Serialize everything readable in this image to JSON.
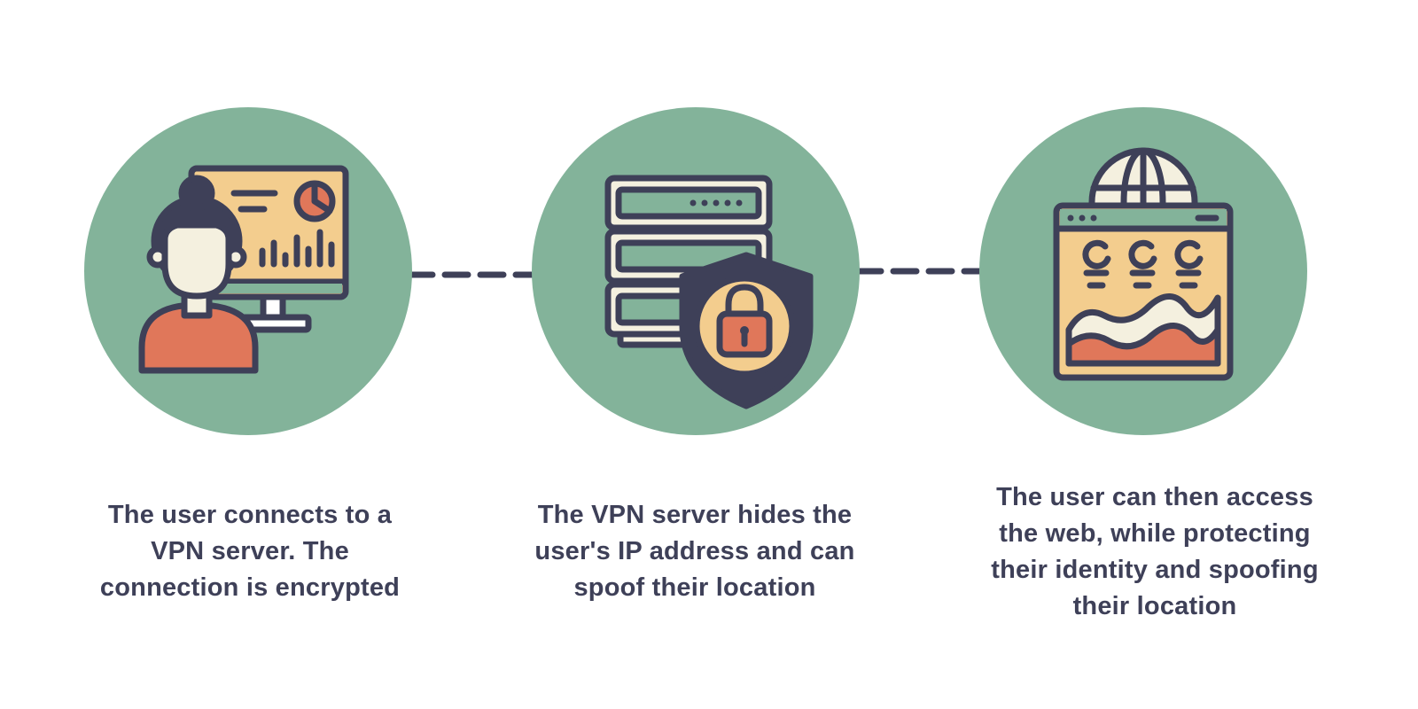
{
  "steps": [
    {
      "icon": "user-computer-icon",
      "lines": [
        "The user connects to a",
        "VPN server. The",
        "connection is encrypted"
      ]
    },
    {
      "icon": "server-shield-lock-icon",
      "lines": [
        "The VPN server hides the",
        "user's IP address and can",
        "spoof their location"
      ]
    },
    {
      "icon": "browser-globe-icon",
      "lines": [
        "The user can then access",
        "the web, while protecting",
        "their identity and spoofing",
        "their location"
      ]
    }
  ],
  "colors": {
    "circle": "#83b39a",
    "outline": "#3e4058",
    "tan": "#f3cd8e",
    "orange": "#e0775a",
    "cream": "#f4f0df",
    "text": "#3e4058"
  }
}
